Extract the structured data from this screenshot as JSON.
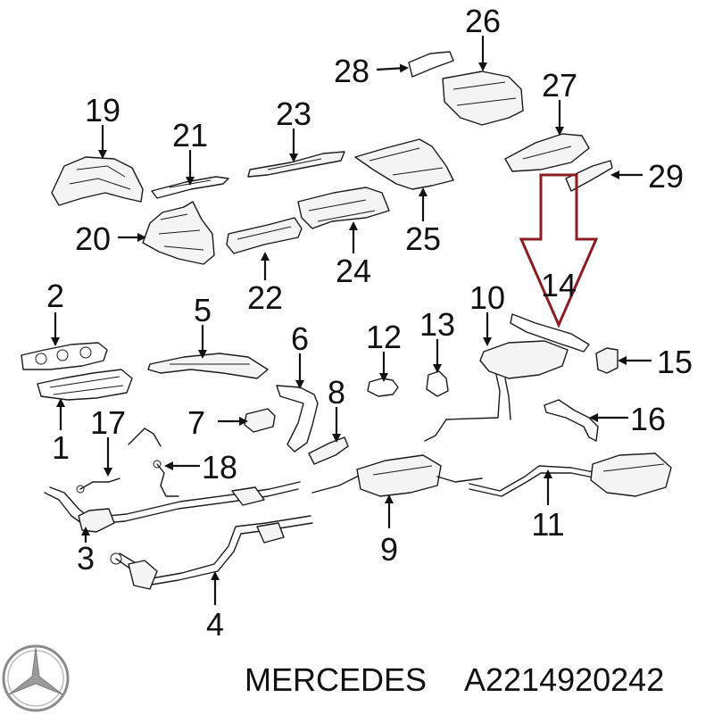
{
  "colors": {
    "ink": "#111111",
    "highlight_arrow": "#8b1c24",
    "background": "#ffffff"
  },
  "labels": {
    "n1": "1",
    "n2": "2",
    "n3": "3",
    "n4": "4",
    "n5": "5",
    "n6": "6",
    "n7": "7",
    "n8": "8",
    "n9": "9",
    "n10": "10",
    "n11": "11",
    "n12": "12",
    "n13": "13",
    "n14": "14",
    "n15": "15",
    "n16": "16",
    "n17": "17",
    "n18": "18",
    "n19": "19",
    "n20": "20",
    "n21": "21",
    "n22": "22",
    "n23": "23",
    "n24": "24",
    "n25": "25",
    "n26": "26",
    "n27": "27",
    "n28": "28",
    "n29": "29"
  },
  "footer": {
    "brand": "MERCEDES",
    "part_number": "A2214920242",
    "logo_icon": "mercedes-star-logo"
  }
}
